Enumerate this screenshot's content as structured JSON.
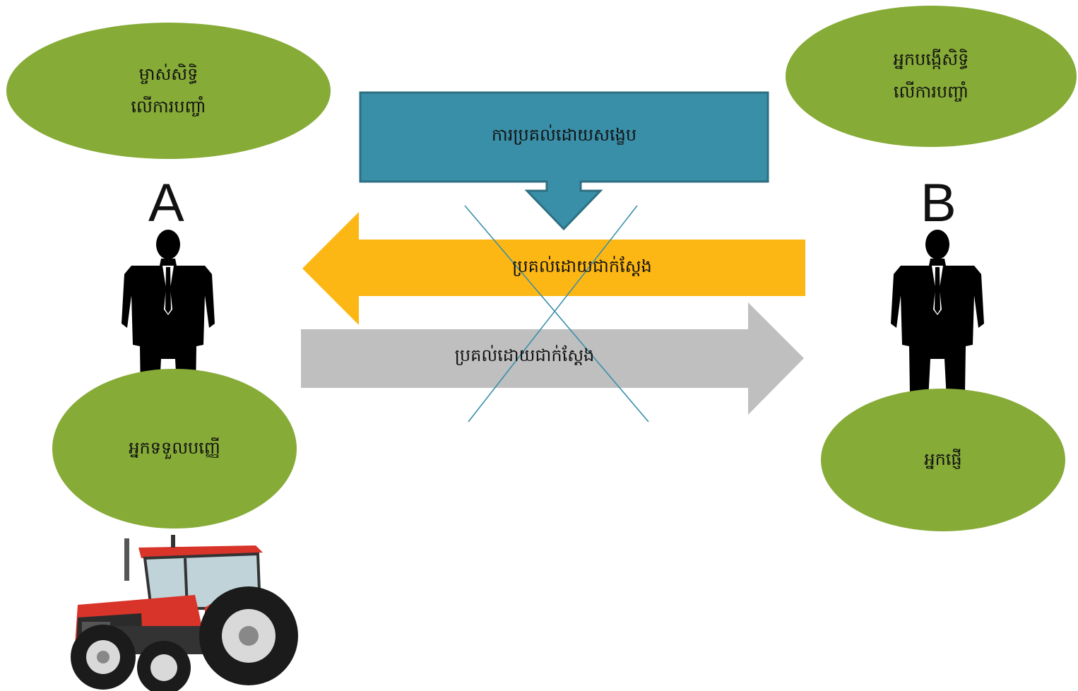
{
  "colors": {
    "oval_fill": "#86AB37",
    "constructive_delivery_box": "#3A8FA8",
    "actual_delivery_left": "#FDB714",
    "actual_delivery_right": "#BFBFBF",
    "cross_out": "#3A8FA8",
    "person_silhouette": "#000000",
    "tractor_body": "#D8342A"
  },
  "party_a": {
    "letter": "A",
    "owner_line1": "ម្ចាស់សិទ្ធិ",
    "owner_line2": "លើការបញ្ចាំ",
    "role": "អ្នកទទួលបញ្ញើ"
  },
  "party_b": {
    "letter": "B",
    "grantor_line1": "អ្នកបង្កើសិទ្ធិ",
    "grantor_line2": "លើការបញ្ចាំ",
    "role": "អ្នកផ្ញើ"
  },
  "constructive_delivery": {
    "label": "ការប្រគល់ដោយសង្ខេប"
  },
  "actual_delivery_b_to_a": {
    "label": "ប្រគល់ដោយជាក់ស្តែង",
    "crossed_out": true
  },
  "actual_delivery_a_to_b": {
    "label": "ប្រគល់ដោយជាក់ស្តែង",
    "crossed_out": true
  },
  "icons": {
    "person_a": "businessman-silhouette-icon",
    "person_b": "businessman-silhouette-icon",
    "tractor": "red-tractor-icon"
  }
}
